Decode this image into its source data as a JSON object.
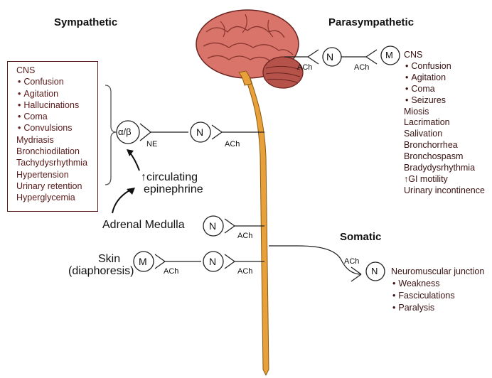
{
  "headings": {
    "sympathetic": "Sympathetic",
    "parasympathetic": "Parasympathetic",
    "somatic": "Somatic"
  },
  "sympathetic_box": [
    {
      "text": "CNS",
      "bullet": false
    },
    {
      "text": "Confusion",
      "bullet": true
    },
    {
      "text": "Agitation",
      "bullet": true
    },
    {
      "text": "Hallucinations",
      "bullet": true
    },
    {
      "text": "Coma",
      "bullet": true
    },
    {
      "text": "Convulsions",
      "bullet": true
    },
    {
      "text": "Mydriasis",
      "bullet": false
    },
    {
      "text": "Bronchiodilation",
      "bullet": false
    },
    {
      "text": "Tachydysrhythmia",
      "bullet": false
    },
    {
      "text": "Hypertension",
      "bullet": false
    },
    {
      "text": "Urinary retention",
      "bullet": false
    },
    {
      "text": "Hyperglycemia",
      "bullet": false
    }
  ],
  "parasympathetic_list": [
    {
      "text": "CNS",
      "bullet": false
    },
    {
      "text": "Confusion",
      "bullet": true
    },
    {
      "text": "Agitation",
      "bullet": true
    },
    {
      "text": "Coma",
      "bullet": true
    },
    {
      "text": "Seizures",
      "bullet": true
    },
    {
      "text": "Miosis",
      "bullet": false
    },
    {
      "text": "Lacrimation",
      "bullet": false
    },
    {
      "text": "Salivation",
      "bullet": false
    },
    {
      "text": "Bronchorrhea",
      "bullet": false
    },
    {
      "text": "Bronchospasm",
      "bullet": false
    },
    {
      "text": "Bradydysrhythmia",
      "bullet": false
    },
    {
      "text": "↑GI motility",
      "bullet": false
    },
    {
      "text": "Urinary incontinence",
      "bullet": false
    }
  ],
  "somatic_list": [
    {
      "text": "Neuromuscular junction",
      "bullet": false
    },
    {
      "text": "Weakness",
      "bullet": true
    },
    {
      "text": "Fasciculations",
      "bullet": true
    },
    {
      "text": "Paralysis",
      "bullet": true
    }
  ],
  "receptors": {
    "nicotinic": "N",
    "muscarinic": "M",
    "adrenergic": "α/β"
  },
  "neurotransmitters": {
    "ach": "ACh",
    "ne": "NE"
  },
  "labels": {
    "circulating": "↑circulating",
    "epinephrine": "epinephrine",
    "adrenal_medulla": "Adrenal Medulla",
    "skin": "Skin",
    "diaphoresis": "(diaphoresis)"
  },
  "colors": {
    "brain": "#d9746a",
    "brain_dark": "#a84840",
    "cerebellum": "#b5524a",
    "spinal_cord": "#e8a13a",
    "symptom_text": "#5a1a1a",
    "box_border": "#5a1a1a"
  }
}
